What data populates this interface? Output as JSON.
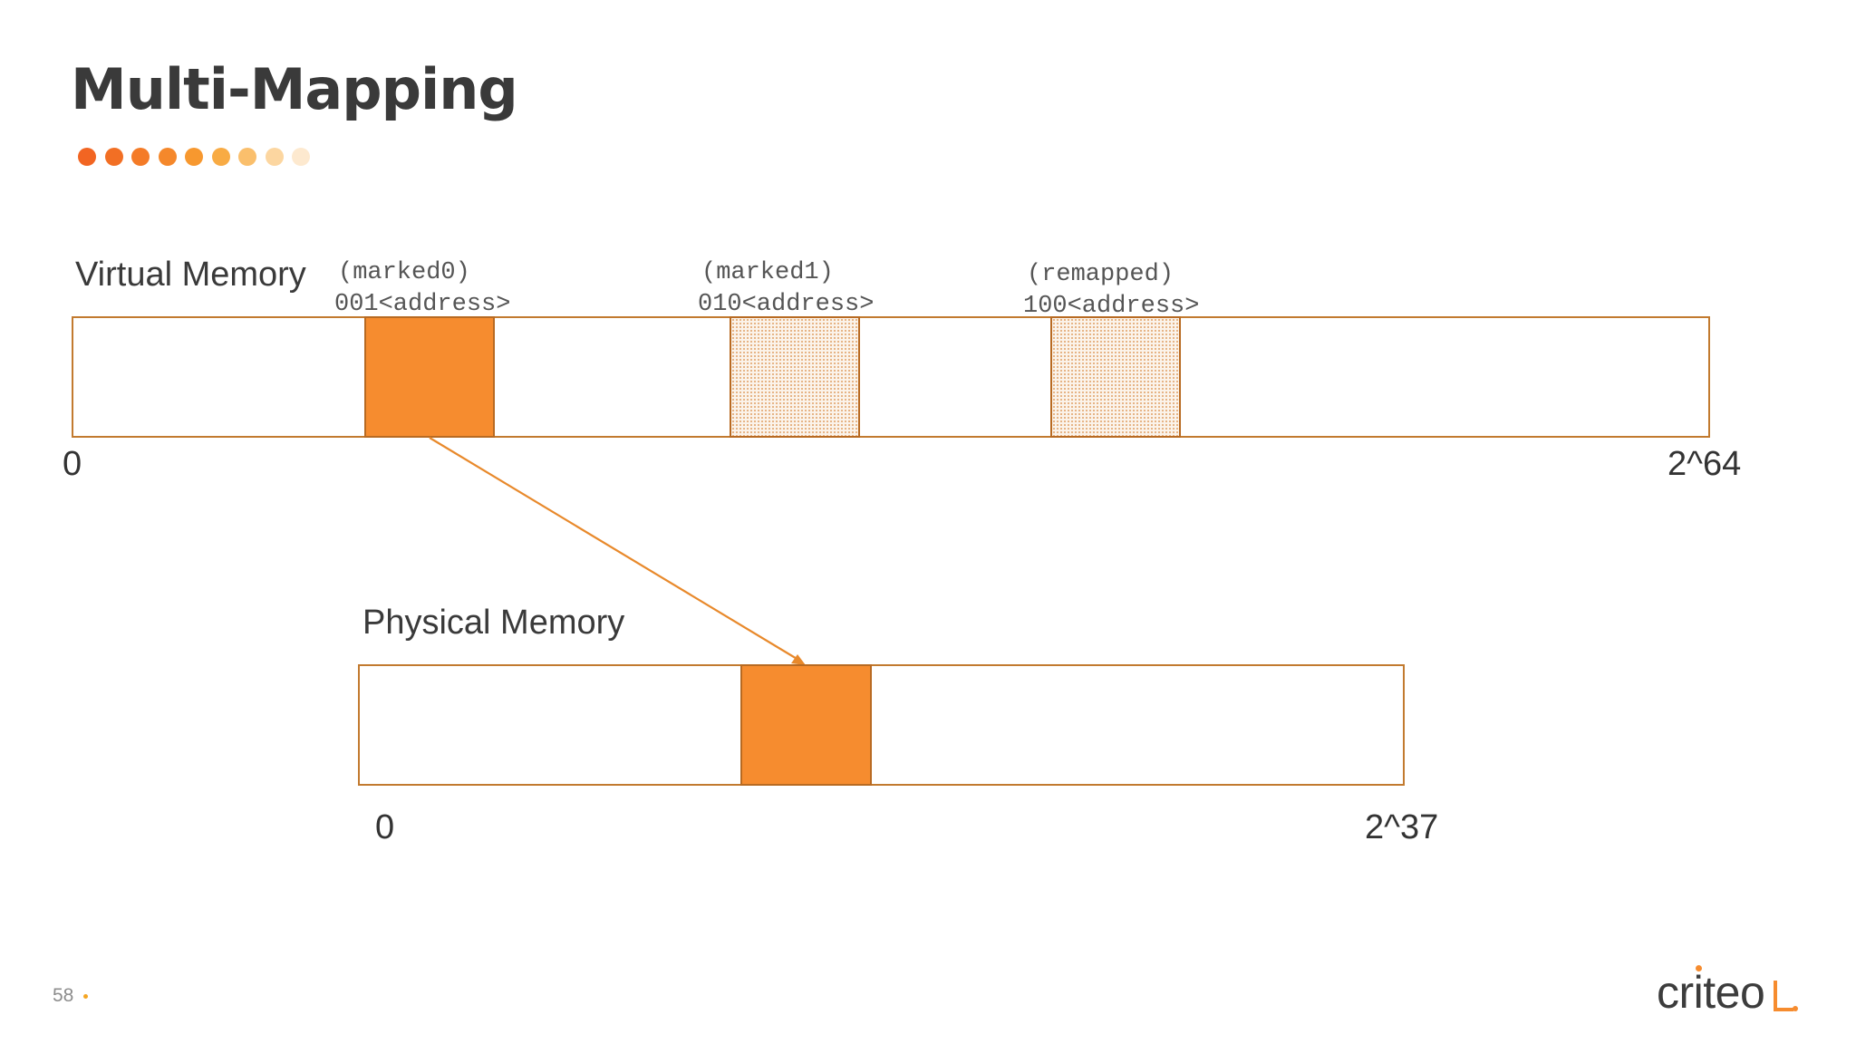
{
  "slide": {
    "title": "Multi-Mapping",
    "page_number": "58"
  },
  "title_dots": {
    "colors": [
      "#f26522",
      "#f26f24",
      "#f47b27",
      "#f5882b",
      "#f7982f",
      "#f8ab44",
      "#fabf6c",
      "#fcd6a0",
      "#fde9cf"
    ]
  },
  "virtual_memory": {
    "label": "Virtual Memory",
    "start_label": "0",
    "end_label": "2^64",
    "regions": [
      {
        "tag": "(marked0)",
        "address": "001<address>",
        "style": "solid"
      },
      {
        "tag": "(marked1)",
        "address": "010<address>",
        "style": "dotted"
      },
      {
        "tag": "(remapped)",
        "address": "100<address>",
        "style": "dotted"
      }
    ]
  },
  "physical_memory": {
    "label": "Physical Memory",
    "start_label": "0",
    "end_label": "2^37"
  },
  "colors": {
    "accent": "#f68c2f",
    "border": "#c27a2f",
    "arrow": "#e8892b",
    "text": "#3a3a3a"
  },
  "logo": {
    "text": "criteo"
  }
}
